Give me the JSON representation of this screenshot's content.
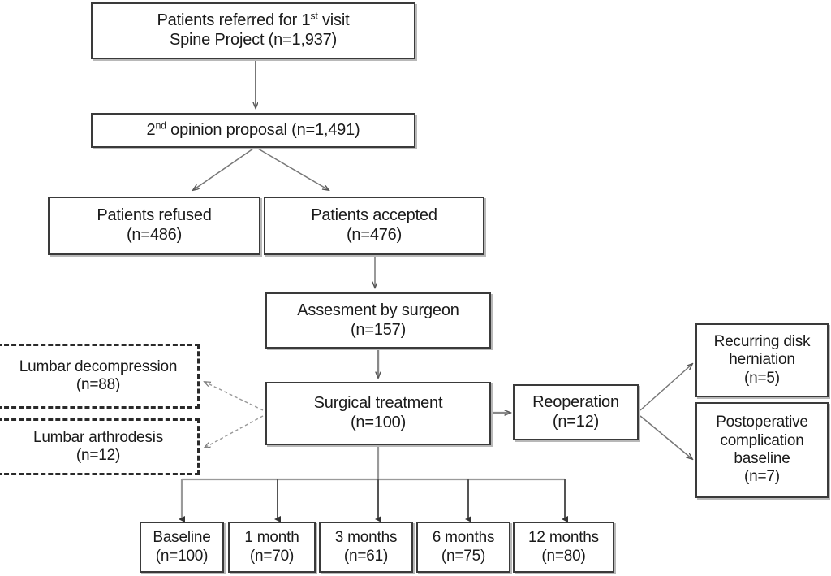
{
  "figure": {
    "type": "flowchart",
    "title": "Spine Project patient flow diagram",
    "colors": {
      "box_border": "#3a3a3a",
      "box_shadow": "#b8b8b8",
      "dashed_border": "#2a2a2a",
      "arrow": "#555555",
      "text": "#1a1a1a",
      "background": "#ffffff"
    }
  },
  "nodes": {
    "referred": {
      "line1_pre": "Patients referred for 1",
      "line1_sup": "st",
      "line1_post": " visit",
      "line2": "Spine Project (n=1,937)"
    },
    "second_opinion": {
      "pre": "2",
      "sup": "nd",
      "post": " opinion proposal (n=1,491)"
    },
    "refused": {
      "line1": "Patients refused",
      "line2": "(n=486)"
    },
    "accepted": {
      "line1": "Patients accepted",
      "line2": "(n=476)"
    },
    "assessment": {
      "line1": "Assesment by surgeon",
      "line2": "(n=157)"
    },
    "surgical": {
      "line1": "Surgical treatment",
      "line2": "(n=100)"
    },
    "decompression": {
      "line1": "Lumbar decompression",
      "line2": "(n=88)"
    },
    "arthrodesis": {
      "line1": "Lumbar arthrodesis",
      "line2": "(n=12)"
    },
    "reoperation": {
      "line1": "Reoperation",
      "line2": "(n=12)"
    },
    "herniation": {
      "line1": "Recurring disk",
      "line2": "herniation",
      "line3": "(n=5)"
    },
    "postop": {
      "line1": "Postoperative",
      "line2": "complication",
      "line3": "baseline",
      "line4": "(n=7)"
    }
  },
  "followups": [
    {
      "label": "Baseline",
      "count": "(n=100)"
    },
    {
      "label": "1 month",
      "count": "(n=70)"
    },
    {
      "label": "3 months",
      "count": "(n=61)"
    },
    {
      "label": "6 months",
      "count": "(n=75)"
    },
    {
      "label": "12 months",
      "count": "(n=80)"
    }
  ]
}
